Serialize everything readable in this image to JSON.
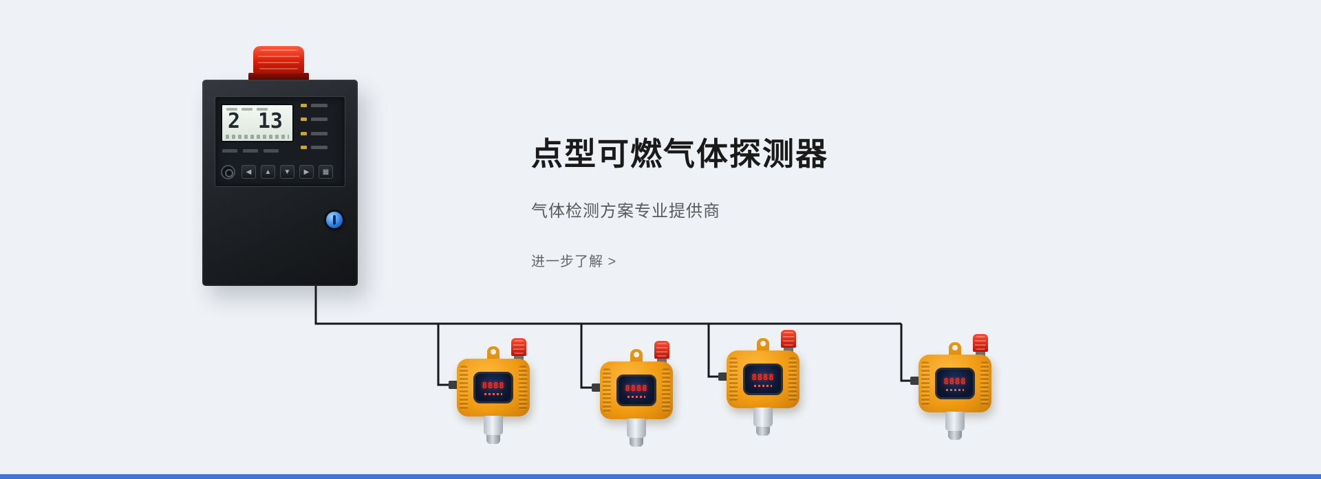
{
  "page": {
    "background_color": "#eef1f5",
    "accent_strip_color": "#4273d2"
  },
  "hero": {
    "title": "点型可燃气体探测器",
    "subtitle": "气体检测方案专业提供商",
    "cta": "进一步了解 >"
  },
  "controller": {
    "lcd_left_value": "2",
    "lcd_right_value": "13",
    "key_glyphs": [
      "◀",
      "▲",
      "▼",
      "▶",
      "▦"
    ],
    "colors": {
      "beacon": "#d81f0a",
      "cabinet": "#1d2023",
      "key_lock": "#2f80e2"
    }
  },
  "detectors": [
    {
      "display": "8888"
    },
    {
      "display": "8888"
    },
    {
      "display": "8888"
    },
    {
      "display": "8888"
    }
  ]
}
